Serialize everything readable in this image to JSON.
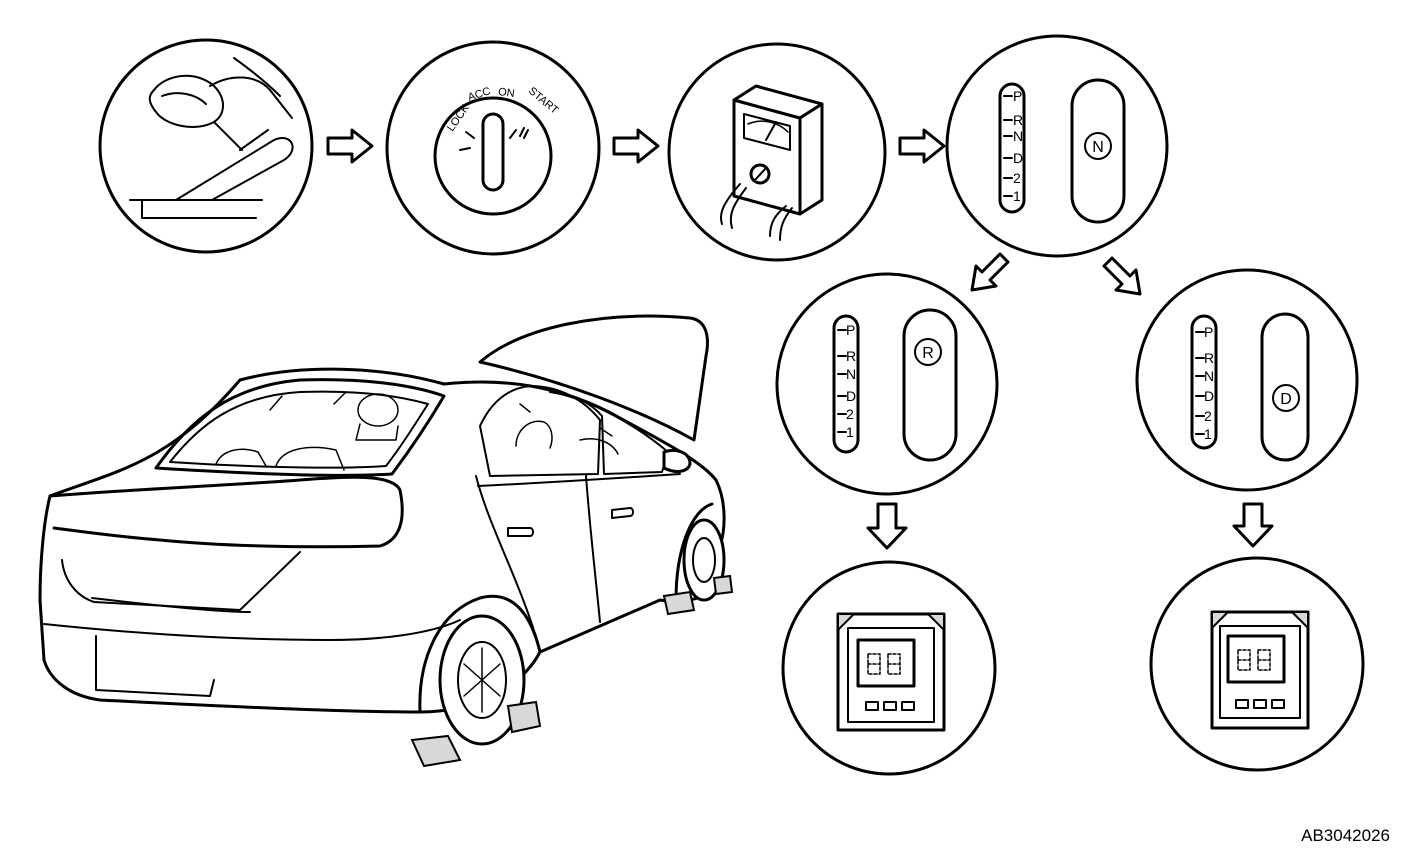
{
  "ignition": {
    "lock": "LOCK",
    "acc": "ACC",
    "on": "ON",
    "start": "START"
  },
  "selector_positions": [
    "P",
    "R",
    "N",
    "D",
    "2",
    "1"
  ],
  "range_badges": {
    "first": "N",
    "left_branch": "R",
    "right_branch": "D"
  },
  "figure_code": "AB3042026"
}
